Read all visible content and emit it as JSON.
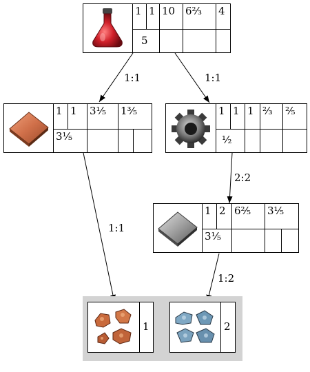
{
  "nodes": {
    "top": {
      "icon": "red-potion-flask-icon",
      "cells": [
        "1",
        "1",
        "10",
        "6²⁄₃",
        "4",
        "5",
        "",
        "",
        ""
      ]
    },
    "left": {
      "icon": "copper-plate-icon",
      "cells": [
        "1",
        "1",
        "3¹⁄₅",
        "1³⁄₅",
        "3¹⁄₅",
        "",
        "",
        ""
      ]
    },
    "right": {
      "icon": "iron-gear-icon",
      "cells": [
        "1",
        "1",
        "1",
        "²⁄₃",
        "²⁄₅",
        "¹⁄₂",
        "",
        "",
        "",
        ""
      ]
    },
    "middle": {
      "icon": "iron-plate-icon",
      "cells": [
        "1",
        "2",
        "6²⁄₅",
        "3¹⁄₅",
        "3¹⁄₅",
        "",
        "",
        ""
      ]
    },
    "copper_ore": {
      "icon": "copper-ore-icon",
      "value": "1"
    },
    "iron_ore": {
      "icon": "iron-ore-icon",
      "value": "2"
    }
  },
  "edges": {
    "top_left": "1:1",
    "top_right": "1:1",
    "right_middle": "2:2",
    "left_copper": "1:1",
    "middle_iron": "1:2"
  },
  "colors": {
    "cluster_background": "#d3d3d3",
    "potion_red": "#c8202a",
    "copper": "#c9703f",
    "iron": "#8c8c8c",
    "iron_ore_blue": "#7fa8c4"
  }
}
